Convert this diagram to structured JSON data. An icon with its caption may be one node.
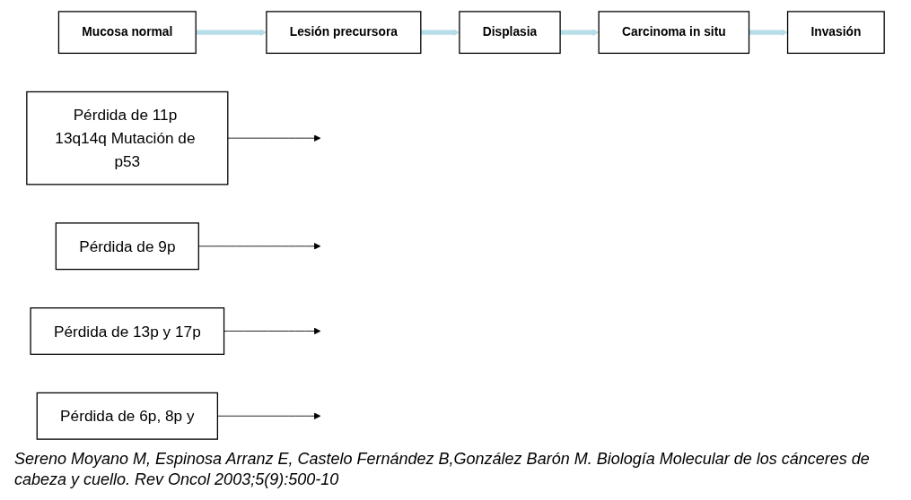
{
  "diagram": {
    "caption": "Sereno Moyano M, Espinosa Arranz E, Castelo Fernández B,González Barón M. Biología Molecular de los cánceres de cabeza y cuello. Rev Oncol 2003;5(9):500-10",
    "nodes": [
      {
        "text": [
          "Pérdida de 11p 13q14q Mutación de p53"
        ]
      },
      {
        "text": [
          "Mucosa normal"
        ]
      },
      {
        "text": [
          "Lesión precursora"
        ]
      },
      {
        "text": [
          "Displasia"
        ]
      },
      {
        "text": [
          "Carcinoma in situ"
        ]
      },
      {
        "text": [
          "Invasión"
        ]
      },
      {
        "text": [
          "Pérdida de 9p"
        ]
      },
      {
        "text": [
          "Pérdida de 13p y 17p"
        ]
      },
      {
        "text": [
          "Pérdida de 6p, 8p y"
        ]
      }
    ],
    "edges": [
      {
        "from": 1,
        "to": 2,
        "arrow": "to",
        "style": "thick",
        "color": "#b7dde8"
      },
      {
        "from": 2,
        "to": 3,
        "arrow": "to",
        "style": "thick",
        "color": "#b7dde8"
      },
      {
        "from": 3,
        "to": 4,
        "arrow": "to",
        "style": "thick",
        "color": "#b7dde8"
      },
      {
        "from": 4,
        "to": 5,
        "arrow": "to",
        "style": "thick",
        "color": "#b7dde8"
      },
      {
        "from": 0,
        "to": null,
        "arrow": "to",
        "color": "#000000"
      },
      {
        "from": 6,
        "to": null,
        "arrow": "to",
        "color": "#000000"
      },
      {
        "from": 7,
        "to": null,
        "arrow": "to",
        "color": "#000000"
      },
      {
        "from": 8,
        "to": null,
        "arrow": "to",
        "color": "#000000"
      }
    ]
  }
}
